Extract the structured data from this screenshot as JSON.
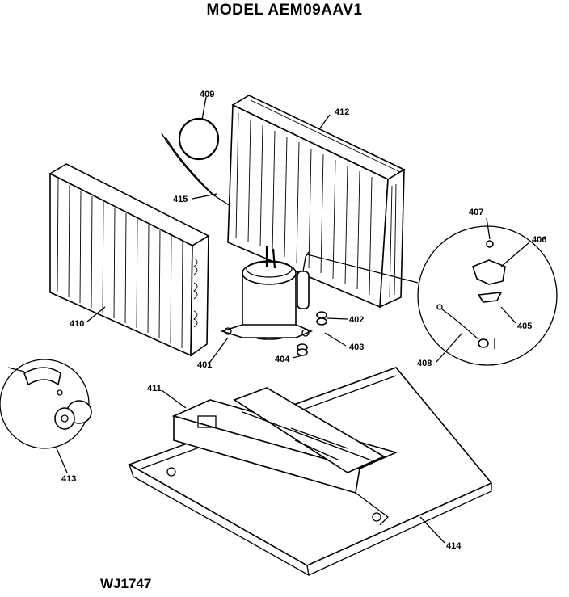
{
  "header": {
    "title": "MODEL AEM09AAV1"
  },
  "footer": {
    "drawing_code": "WJ1747"
  },
  "callouts": [
    {
      "id": "409",
      "label": "409"
    },
    {
      "id": "412",
      "label": "412"
    },
    {
      "id": "415",
      "label": "415"
    },
    {
      "id": "407",
      "label": "407"
    },
    {
      "id": "406",
      "label": "406"
    },
    {
      "id": "410",
      "label": "410"
    },
    {
      "id": "402",
      "label": "402"
    },
    {
      "id": "403",
      "label": "403"
    },
    {
      "id": "405",
      "label": "405"
    },
    {
      "id": "404",
      "label": "404"
    },
    {
      "id": "401",
      "label": "401"
    },
    {
      "id": "408",
      "label": "408"
    },
    {
      "id": "411",
      "label": "411"
    },
    {
      "id": "413",
      "label": "413"
    },
    {
      "id": "414",
      "label": "414"
    }
  ]
}
